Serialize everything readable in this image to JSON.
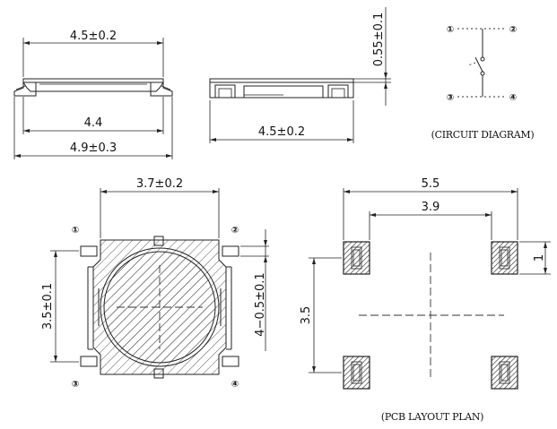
{
  "side_view_1": {
    "dim_top": "4.5±0.2",
    "dim_mid": "4.4",
    "dim_bottom": "4.9±0.3"
  },
  "side_view_2": {
    "dim_height": "0.55±0.1",
    "dim_bottom": "4.5±0.2"
  },
  "circuit_diagram": {
    "caption": "(CIRCUIT DIAGRAM)",
    "pins": [
      "①",
      "②",
      "③",
      "④"
    ]
  },
  "top_view": {
    "dim_top": "3.7±0.2",
    "dim_left": "3.5±0.1",
    "dim_right": "4−0.5±0.1",
    "pins": [
      "①",
      "②",
      "③",
      "④"
    ]
  },
  "pcb_layout": {
    "caption": "(PCB LAYOUT PLAN)",
    "dim_outer": "5.5",
    "dim_inner": "3.9",
    "dim_left": "3.5",
    "dim_pad": "1"
  },
  "colors": {
    "line": "#222222",
    "background": "#ffffff"
  }
}
